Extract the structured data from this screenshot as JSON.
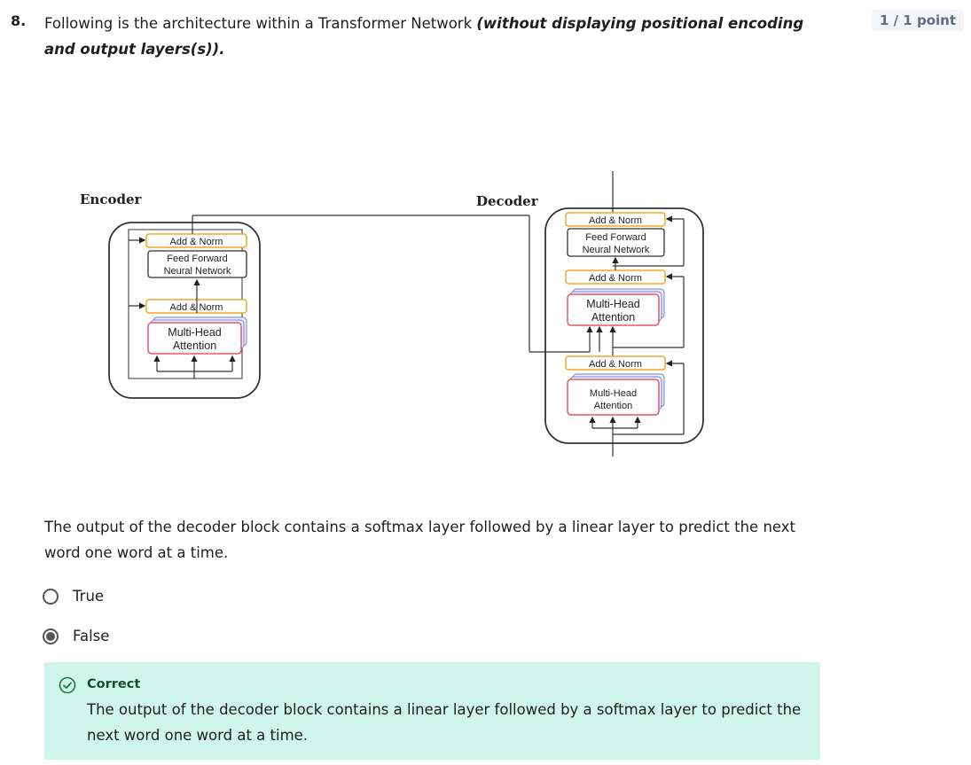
{
  "question": {
    "number": "8.",
    "text_plain": "Following is the architecture within a Transformer Network ",
    "text_emphasis": "(without displaying positional encoding and output layers(s)).",
    "points": "1 / 1 point"
  },
  "diagram": {
    "encoder_title": "Encoder",
    "decoder_title": "Decoder",
    "encoder": {
      "add_norm_1": "Add & Norm",
      "ffn_line1": "Feed Forward",
      "ffn_line2": "Neural Network",
      "add_norm_2": "Add & Norm",
      "mha_line1": "Multi-Head",
      "mha_line2": "Attention"
    },
    "decoder": {
      "add_norm_1": "Add & Norm",
      "ffn_line1": "Feed Forward",
      "ffn_line2": "Neural Network",
      "add_norm_2": "Add & Norm",
      "mha1_line1": "Multi-Head",
      "mha1_line2": "Attention",
      "add_norm_3": "Add & Norm",
      "mha2_line1": "Multi-Head",
      "mha2_line2": "Attention"
    },
    "colors": {
      "add_norm_border": "#f5a623",
      "attention_border": "#e4576d",
      "attention_shadow": "#6c7fd8"
    }
  },
  "prompt": "The output of the decoder block contains a softmax layer followed by a linear layer to predict the next word one word at a time.",
  "options": [
    {
      "label": "True",
      "selected": false
    },
    {
      "label": "False",
      "selected": true
    }
  ],
  "feedback": {
    "status": "Correct",
    "explanation": "The output of the decoder block contains a linear layer followed by a softmax layer to predict the next word one word at a time.",
    "color": "#d0f5ea"
  }
}
